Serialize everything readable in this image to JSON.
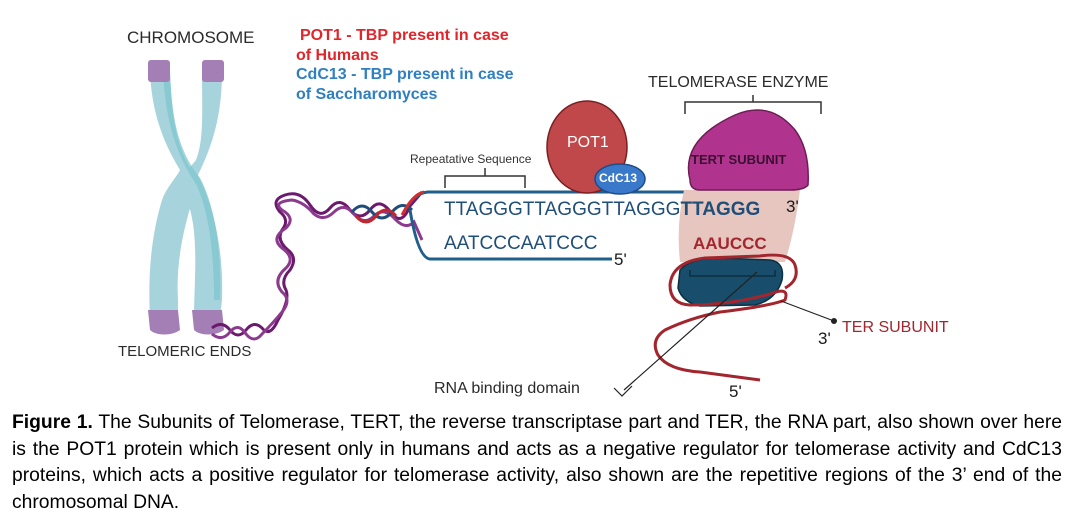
{
  "figure": {
    "labels": {
      "chromosome": "CHROMOSOME",
      "telomeric_ends": "TELOMERIC ENDS",
      "legend_pot1_line1": "POT1 -  TBP present in case",
      "legend_pot1_line2": "of Humans",
      "legend_cdc13_line1": "CdC13 - TBP present in case",
      "legend_cdc13_line2": "of Saccharomyces",
      "repeat_sequence": "Repeatative Sequence",
      "pot1": "POT1",
      "cdc13": "CdC13",
      "telomerase_enzyme": "TELOMERASE ENZYME",
      "tert_subunit": "TERT SUBUNIT",
      "top_strand_normal": "TTAGGGTTAGGGTTAGGG",
      "top_strand_bold": "TTAGGG",
      "top_strand_end": "3'",
      "bottom_strand": "AATCCCAATCCC",
      "bottom_strand_end": "5'",
      "rna_template": "AAUCCC",
      "ter_subunit": "TER SUBUNIT",
      "ter_3prime": "3'",
      "ter_5prime": "5'",
      "rna_binding_domain": "RNA binding domain"
    },
    "colors": {
      "pot1_red": "#e0262b",
      "cdc13_blue": "#2f7fc1",
      "strand_blue": "#1f4e79",
      "pot1_fill": "#c0474a",
      "cdc13_fill": "#3a78c9",
      "tert_fill": "#b0348e",
      "template_bg": "#e6c6bf",
      "rna_red": "#a3262e",
      "rbd_fill": "#184e6b",
      "chromosome_fill": "#a7d4dc",
      "telomere_fill": "#a47fb5",
      "dna_purple": "#6b1a6e"
    }
  },
  "caption": {
    "label": "Figure 1.",
    "text": " The Subunits of Telomerase, TERT, the reverse transcriptase part and TER, the RNA part, also shown over here is the POT1 protein which is present only in humans and acts as a negative regulator for telomerase activity and CdC13 proteins, which acts a positive regulator for telomerase activity, also shown are the repetitive regions of the 3’ end of the chromosomal DNA."
  }
}
